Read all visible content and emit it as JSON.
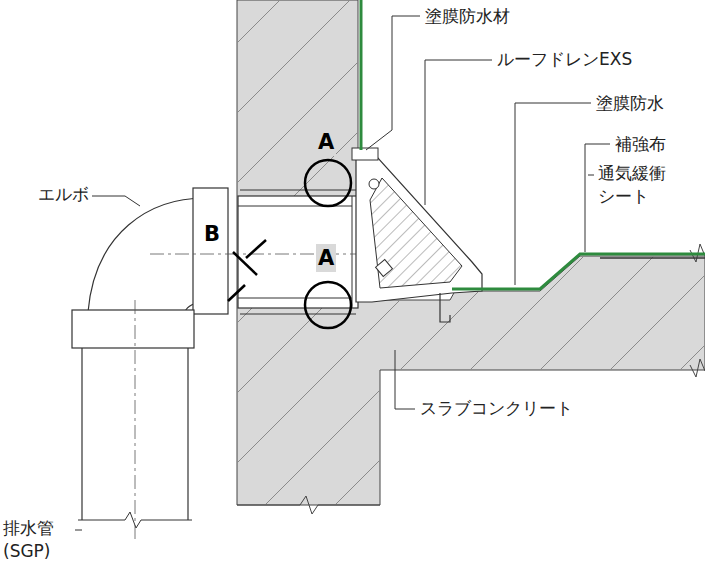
{
  "diagram": {
    "labels": [
      "塗膜防水材",
      "ルーフドレンEXS",
      "塗膜防水",
      "補強布",
      "通気緩衝 シート",
      "A",
      "エルボ",
      "B",
      "A",
      "スラブコンクリート",
      "排水管 (SGP)"
    ]
  }
}
